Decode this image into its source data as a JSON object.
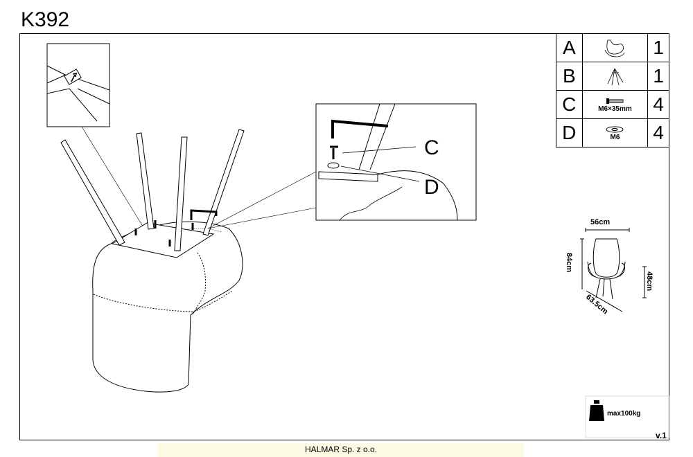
{
  "header": {
    "model": "K392"
  },
  "parts": [
    {
      "letter": "A",
      "icon": "chair-seat-icon",
      "spec": "",
      "qty": "1"
    },
    {
      "letter": "B",
      "icon": "leg-base-icon",
      "spec": "",
      "qty": "1"
    },
    {
      "letter": "C",
      "icon": "bolt-icon",
      "spec": "M6×35mm",
      "qty": "4"
    },
    {
      "letter": "D",
      "icon": "washer-icon",
      "spec": "M6",
      "qty": "4"
    }
  ],
  "callouts": {
    "bolt": "C",
    "washer": "D"
  },
  "dimensions": {
    "width": "56cm",
    "height": "84cm",
    "depth": "63.5cm",
    "seat_height": "48cm"
  },
  "max_load": "max100kg",
  "footer": {
    "company": "HALMAR Sp. z o.o.",
    "version": "v.1"
  }
}
